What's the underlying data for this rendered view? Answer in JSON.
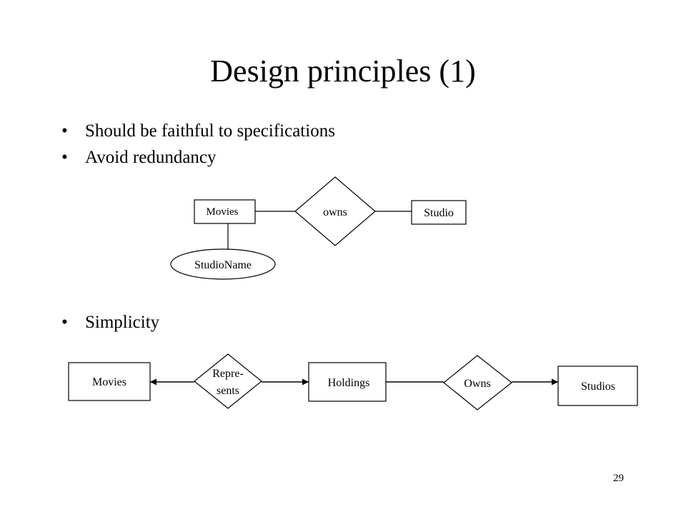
{
  "slide": {
    "title": "Design principles (1)",
    "page_number": "29"
  },
  "bullets": [
    {
      "symbol": "•",
      "text": "Should be faithful to specifications"
    },
    {
      "symbol": "•",
      "text": "Avoid redundancy"
    },
    {
      "symbol": "•",
      "text": "Simplicity"
    }
  ],
  "diagram_redundancy": {
    "entity_movies": "Movies",
    "relationship": "owns",
    "entity_studio": "Studio",
    "attribute": "StudioName"
  },
  "diagram_simplicity": {
    "entity_movies": "Movies",
    "relationship_represents_line1": "Repre-",
    "relationship_represents_line2": "sents",
    "entity_holdings": "Holdings",
    "relationship_owns": "Owns",
    "entity_studios": "Studios"
  }
}
